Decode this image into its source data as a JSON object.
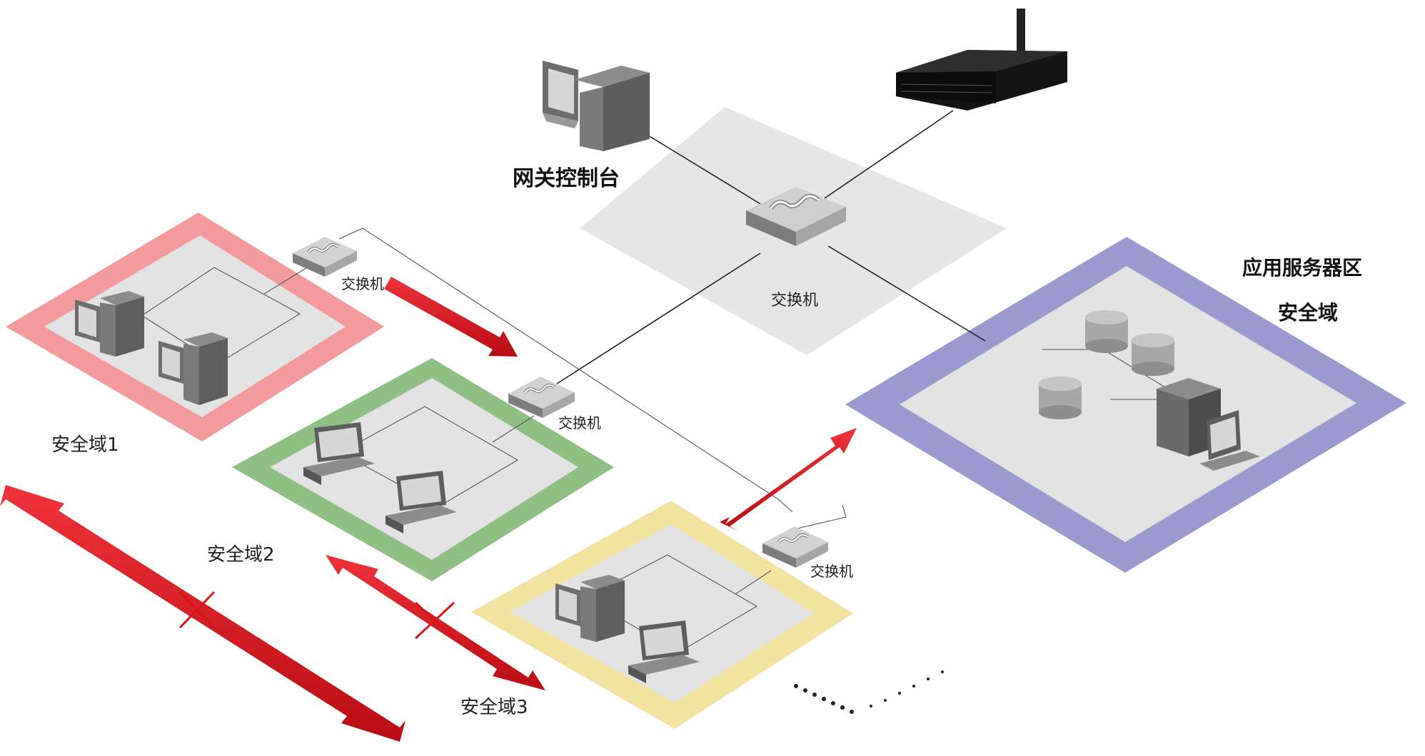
{
  "labels": {
    "gateway_console": "网关控制台",
    "central_switch": "交换机",
    "switch_domain1": "交换机",
    "switch_domain2": "交换机",
    "switch_domain3": "交换机",
    "app_zone_line1": "应用服务器区",
    "app_zone_line2": "安全域",
    "domain1": "安全域1",
    "domain2": "安全域2",
    "domain3": "安全域3"
  },
  "colors": {
    "domain1_border": "#f29a9c",
    "domain2_border": "#8ebf83",
    "domain3_border": "#f3e3a0",
    "app_zone_border": "#9a9ad0",
    "hub_zone": "#e6e6e6",
    "inner_floor": "#e3e3e3",
    "arrow": "#d8141a"
  }
}
